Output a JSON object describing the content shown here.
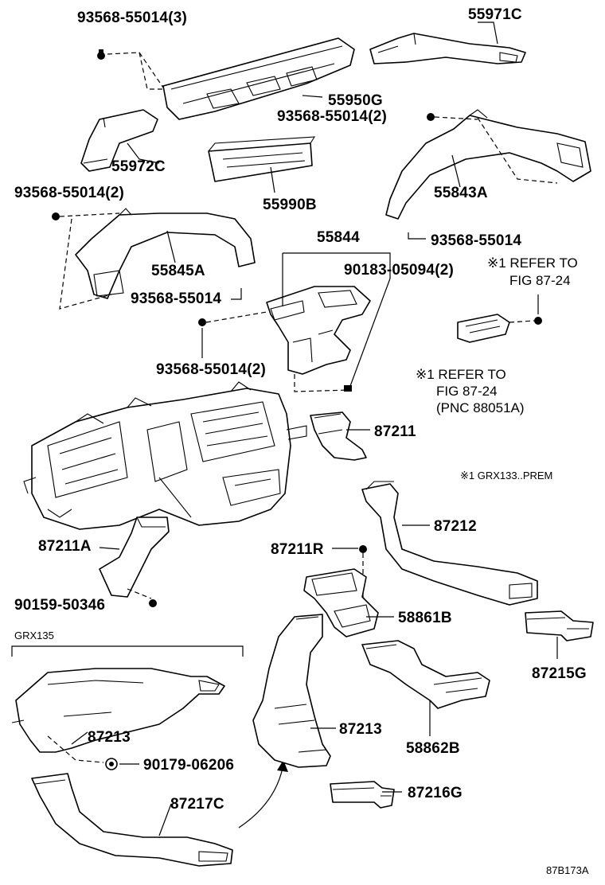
{
  "diagram_code": "87B173A",
  "notes": {
    "refer_a_line1": "※1 REFER TO",
    "refer_a_line2": "FIG 87-24",
    "refer_b_line1": "※1 REFER TO",
    "refer_b_line2": "FIG 87-24",
    "refer_b_line3": "(PNC 88051A)",
    "footnote": "※1 GRX133..PREM",
    "group_label": "GRX135"
  },
  "labels": {
    "p_93568_55014_3": "93568-55014(3)",
    "p_55971C": "55971C",
    "p_55950G": "55950G",
    "p_93568_55014_2_a": "93568-55014(2)",
    "p_55972C": "55972C",
    "p_55843A": "55843A",
    "p_55990B": "55990B",
    "p_93568_55014_2_b": "93568-55014(2)",
    "p_55844": "55844",
    "p_93568_55014_a": "93568-55014",
    "p_55845A": "55845A",
    "p_90183_05094_2": "90183-05094(2)",
    "p_93568_55014_b": "93568-55014",
    "p_93568_55014_2_c": "93568-55014(2)",
    "p_87211": "87211",
    "p_87212": "87212",
    "p_87211A": "87211A",
    "p_87211R": "87211R",
    "p_90159_50346": "90159-50346",
    "p_58861B": "58861B",
    "p_87215G": "87215G",
    "p_87213_left": "87213",
    "p_87213_right": "87213",
    "p_58862B": "58862B",
    "p_90179_06206": "90179-06206",
    "p_87217C": "87217C",
    "p_87216G": "87216G"
  }
}
